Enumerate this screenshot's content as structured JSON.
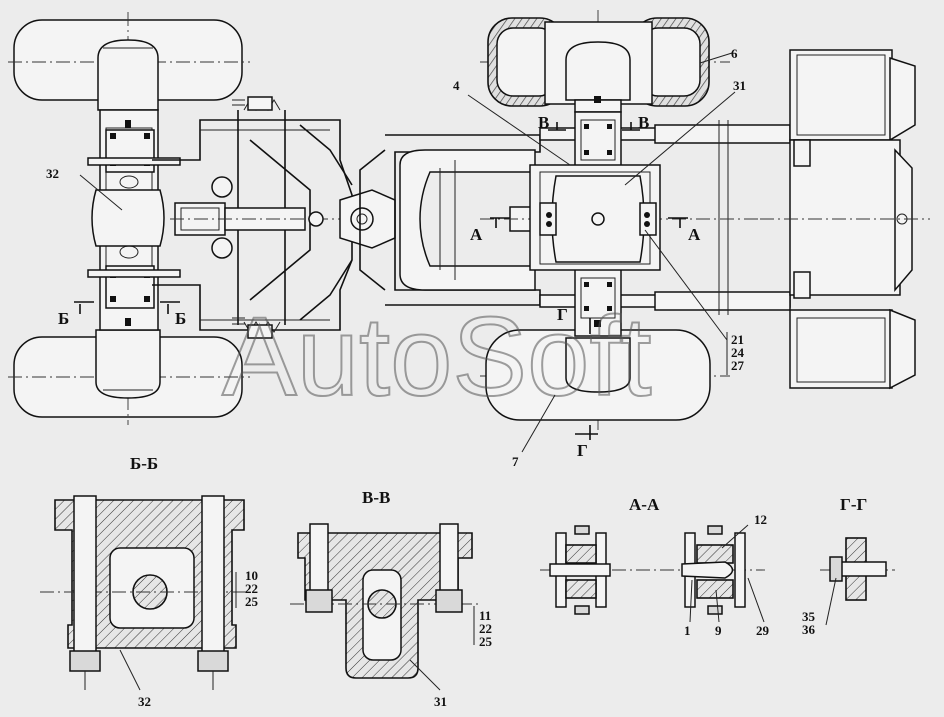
{
  "callouts": {
    "c6": "6",
    "c4": "4",
    "c31": "31",
    "c32": "32",
    "c7": "7",
    "c21": "21",
    "c24": "24",
    "c27": "27",
    "b_c10": "10",
    "b_c22": "22",
    "b_c25": "25",
    "b_c32": "32",
    "v_c11": "11",
    "v_c22": "22",
    "v_c25": "25",
    "v_c31": "31",
    "a_c12": "12",
    "a_c1": "1",
    "a_c9": "9",
    "a_c29": "29",
    "g_c35": "35",
    "g_c36": "36"
  },
  "section_marks": {
    "b_left": "Б",
    "b_right": "Б",
    "v_left": "В",
    "v_right": "В",
    "a_left": "А",
    "a_right": "А",
    "g_top": "Г",
    "g_bottom": "Г"
  },
  "section_titles": {
    "bb": "Б-Б",
    "vv": "В-В",
    "aa": "А-А",
    "gg": "Г-Г"
  },
  "watermark": "AutoSoft"
}
